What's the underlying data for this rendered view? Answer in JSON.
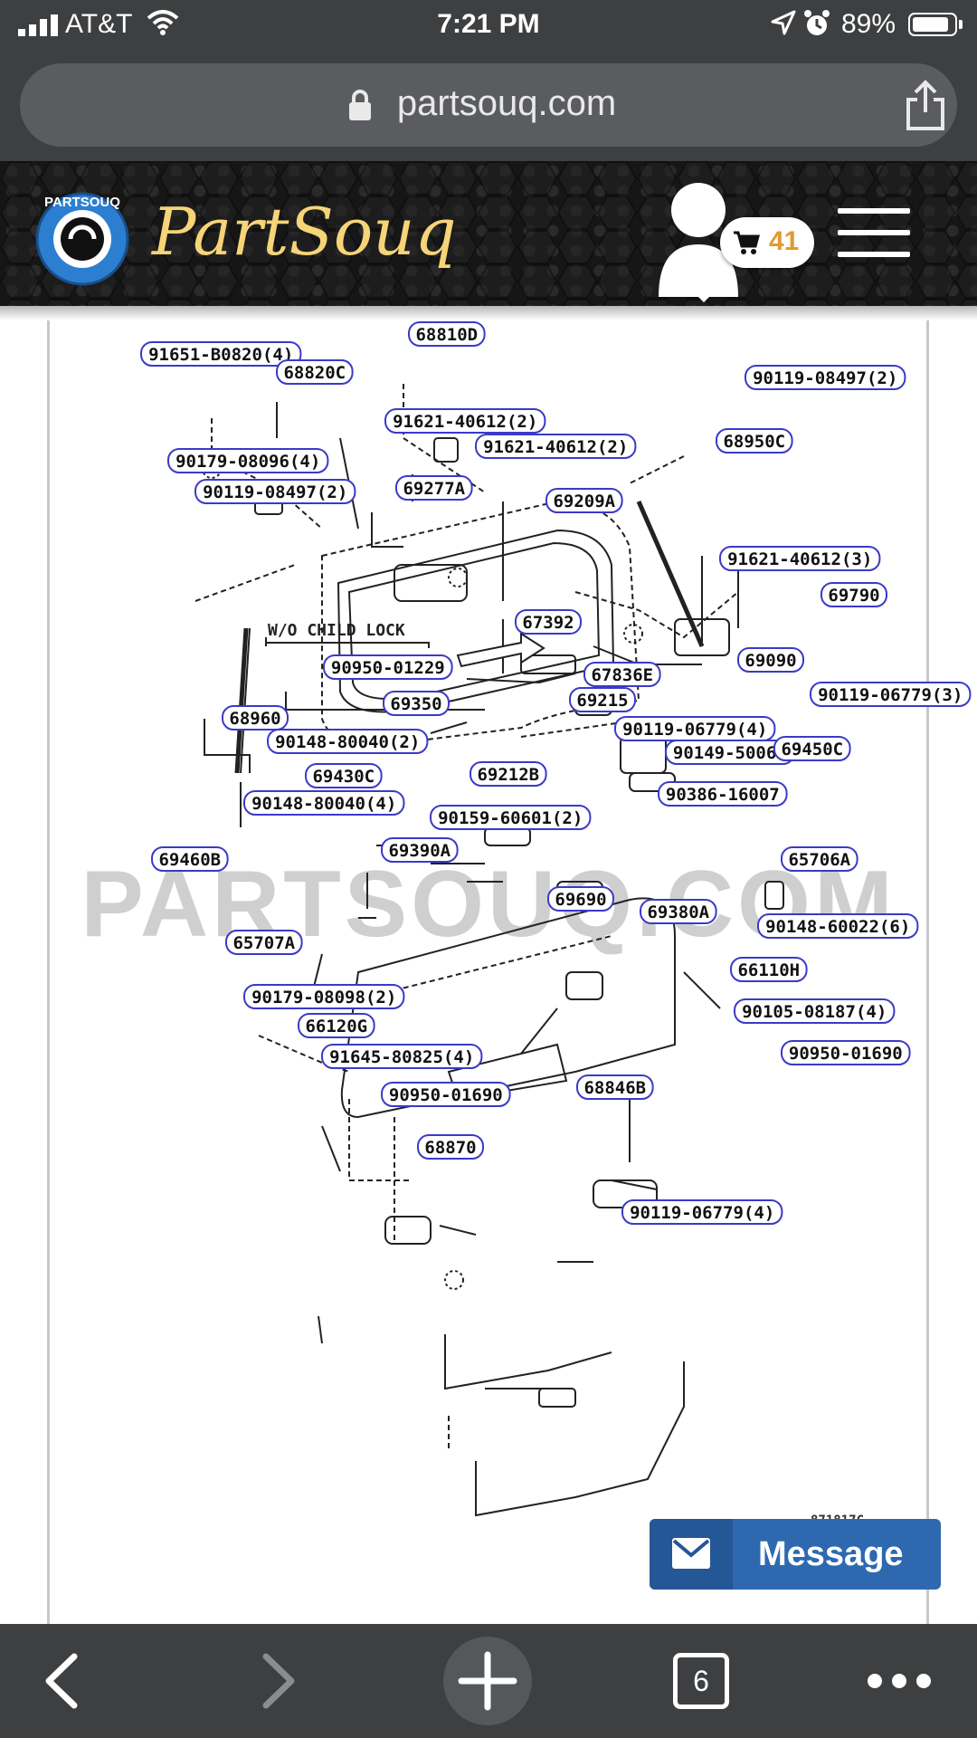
{
  "status_bar": {
    "carrier": "AT&T",
    "time": "7:21 PM",
    "battery_percent": "89%",
    "battery_level": 0.89,
    "icons": [
      "signal-icon",
      "wifi-icon",
      "location-icon",
      "alarm-icon",
      "battery-icon"
    ]
  },
  "browser": {
    "url": "partsouq.com",
    "open_tabs": "6"
  },
  "site": {
    "brand": "PartSouq",
    "logo_text": "PARTSOUQ",
    "cart_count": "41"
  },
  "diagram": {
    "watermark": "PARTSOUQ.COM",
    "note_label": "W/O CHILD LOCK",
    "corner_code": "871817C",
    "part_labels": [
      "91651-B0820(4)",
      "68810D",
      "68820C",
      "90119-08497(2)",
      "91621-40612(2)",
      "91621-40612(2)",
      "68950C",
      "90179-08096(4)",
      "90119-08497(2)",
      "69277A",
      "69209A",
      "91621-40612(3)",
      "69790",
      "67392",
      "90950-01229",
      "67836E",
      "69090",
      "69350",
      "69215",
      "90119-06779(3)",
      "68960",
      "90119-06779(4)",
      "90148-80040(2)",
      "90149-50064",
      "69450C",
      "69430C",
      "69212B",
      "90386-16007",
      "90148-80040(4)",
      "90159-60601(2)",
      "69390A",
      "69460B",
      "65706A",
      "69690",
      "69380A",
      "90148-60022(6)",
      "65707A",
      "66110H",
      "90179-08098(2)",
      "90105-08187(4)",
      "66120G",
      "91645-80825(4)",
      "90950-01690",
      "90950-01690",
      "68846B",
      "68870",
      "90119-06779(4)"
    ]
  },
  "message_button": {
    "label": "Message"
  },
  "colors": {
    "brand_gold": "#f6d477",
    "cart_orange": "#e39b2d",
    "message_blue": "#2e69b0",
    "label_outline": "#3a3ac8",
    "browser_chrome": "#3d3f41"
  }
}
